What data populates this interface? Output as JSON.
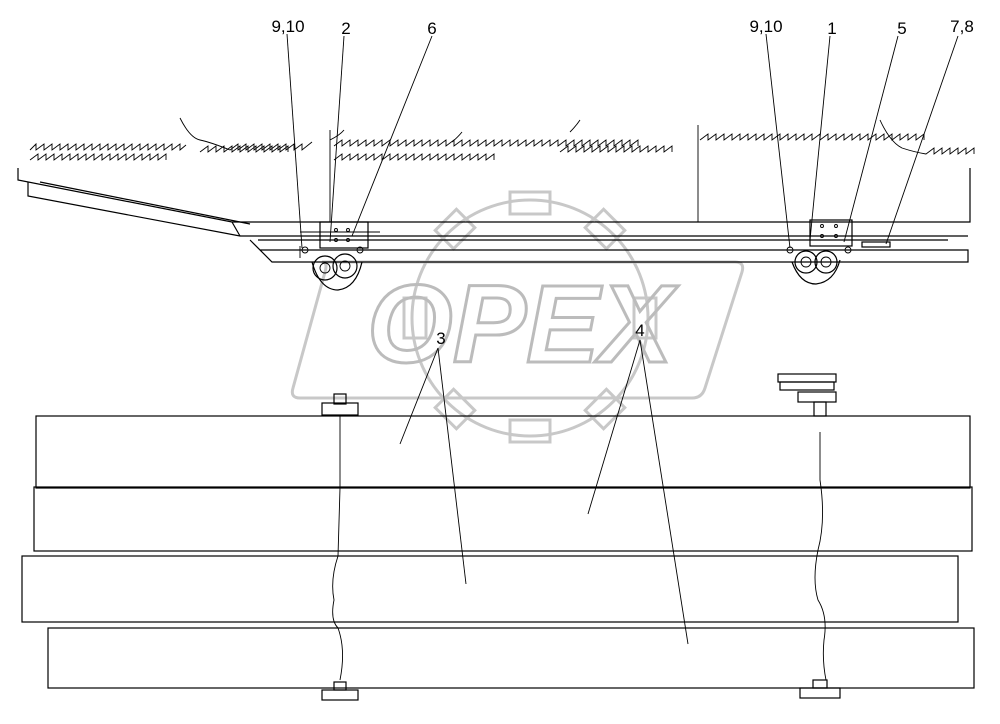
{
  "watermark": {
    "text": "OPEX"
  },
  "callouts": [
    {
      "id": "c1",
      "text": "9,10"
    },
    {
      "id": "c2",
      "text": "2"
    },
    {
      "id": "c3",
      "text": "6"
    },
    {
      "id": "c4",
      "text": "9,10"
    },
    {
      "id": "c5",
      "text": "1"
    },
    {
      "id": "c6",
      "text": "5"
    },
    {
      "id": "c7",
      "text": "7,8"
    },
    {
      "id": "c8",
      "text": "3"
    },
    {
      "id": "c9",
      "text": "4"
    }
  ]
}
